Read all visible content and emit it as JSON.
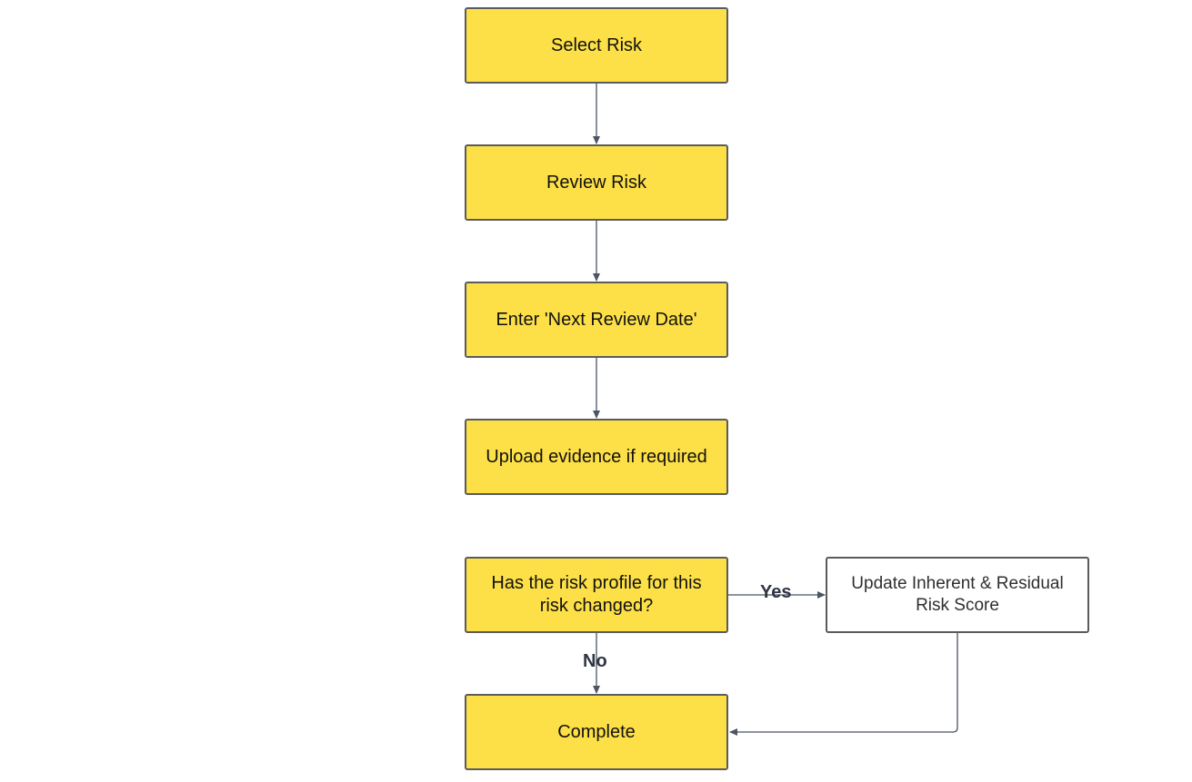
{
  "colors": {
    "process_fill": "#fde047",
    "outcome_fill": "#ffffff",
    "border": "#5b5b5b",
    "connector": "#4b5563"
  },
  "nodes": {
    "select_risk": "Select Risk",
    "review_risk": "Review Risk",
    "enter_next_review_date": "Enter 'Next Review Date'",
    "upload_evidence": "Upload evidence if required",
    "decision": "Has the risk profile for this risk changed?",
    "update_scores": "Update Inherent & Residual Risk Score",
    "complete": "Complete"
  },
  "edges": {
    "yes_label": "Yes",
    "no_label": "No"
  }
}
